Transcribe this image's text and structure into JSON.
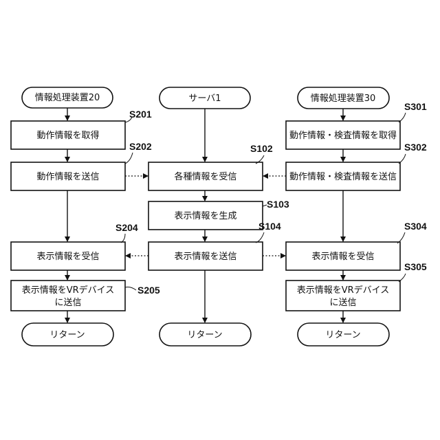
{
  "columns": {
    "left": {
      "start": "情報処理装置20",
      "steps": [
        {
          "id": "S201",
          "label": "動作情報を取得"
        },
        {
          "id": "S202",
          "label": "動作情報を送信"
        },
        {
          "id": "S204",
          "label": "表示情報を受信"
        },
        {
          "id": "S205",
          "label_line1": "表示情報をVRデバイス",
          "label_line2": "に送信"
        }
      ],
      "end": "リターン"
    },
    "center": {
      "start": "サーバ1",
      "steps": [
        {
          "id": "S102",
          "label": "各種情報を受信"
        },
        {
          "id": "S103",
          "label": "表示情報を生成"
        },
        {
          "id": "S104",
          "label": "表示情報を送信"
        }
      ],
      "end": "リターン"
    },
    "right": {
      "start": "情報処理装置30",
      "steps": [
        {
          "id": "S301",
          "label": "動作情報・検査情報を取得"
        },
        {
          "id": "S302",
          "label": "動作情報・検査情報を送信"
        },
        {
          "id": "S304",
          "label": "表示情報を受信"
        },
        {
          "id": "S305",
          "label_line1": "表示情報をVRデバイス",
          "label_line2": "に送信"
        }
      ],
      "end": "リターン"
    }
  }
}
